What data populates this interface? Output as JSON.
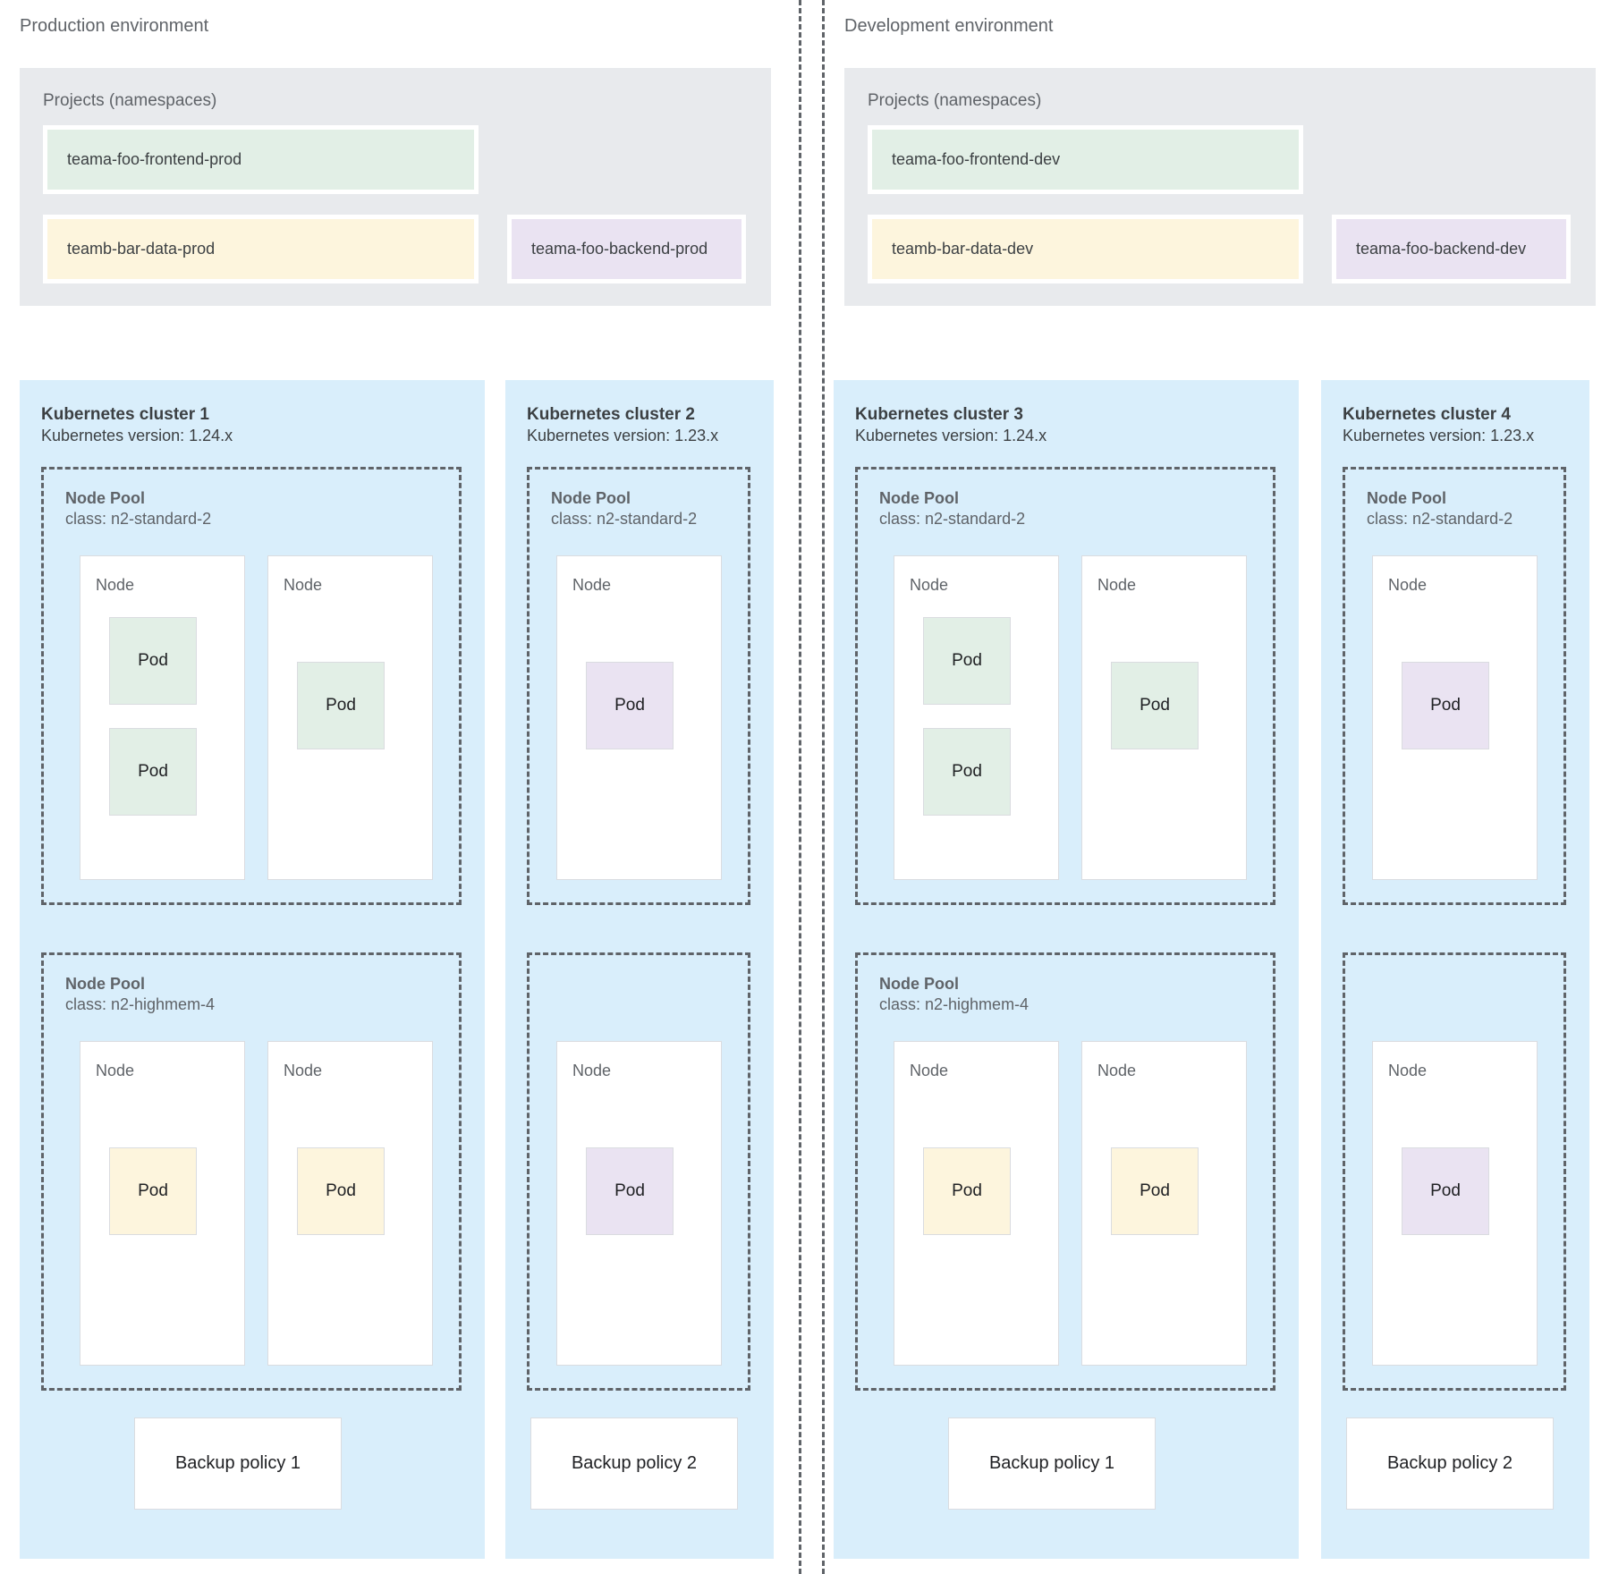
{
  "colors": {
    "green": "#e2efe6",
    "yellow": "#fdf5dd",
    "purple": "#eae3f2",
    "cluster_bg": "#d9eefb",
    "projects_bg": "#e8eaed",
    "border": "#dadce0",
    "dashed": "#5f6368"
  },
  "environments": [
    {
      "title": "Production environment",
      "projects": {
        "title": "Projects (namespaces)",
        "namespaces": [
          {
            "label": "teama-foo-frontend-prod",
            "color": "green"
          },
          {
            "label": "teamb-bar-data-prod",
            "color": "yellow"
          },
          {
            "label": "teama-foo-backend-prod",
            "color": "purple"
          }
        ]
      },
      "clusters": [
        {
          "title": "Kubernetes cluster 1",
          "version": "Kubernetes version: 1.24.x",
          "node_pools": [
            {
              "title": "Node Pool",
              "class": "class: n2-standard-2",
              "nodes": [
                {
                  "label": "Node",
                  "pods": [
                    {
                      "label": "Pod",
                      "color": "green",
                      "slot": "slot-a"
                    },
                    {
                      "label": "Pod",
                      "color": "green",
                      "slot": "slot-b"
                    }
                  ]
                },
                {
                  "label": "Node",
                  "pods": [
                    {
                      "label": "Pod",
                      "color": "green",
                      "slot": "slot-mid"
                    }
                  ]
                }
              ]
            },
            {
              "title": "Node Pool",
              "class": "class: n2-highmem-4",
              "nodes": [
                {
                  "label": "Node",
                  "pods": [
                    {
                      "label": "Pod",
                      "color": "yellow",
                      "slot": "slot-mid"
                    }
                  ]
                },
                {
                  "label": "Node",
                  "pods": [
                    {
                      "label": "Pod",
                      "color": "yellow",
                      "slot": "slot-mid"
                    }
                  ]
                }
              ]
            }
          ],
          "backup_policy": "Backup policy 1"
        },
        {
          "title": "Kubernetes cluster 2",
          "version": "Kubernetes version: 1.23.x",
          "node_pools": [
            {
              "title": "Node Pool",
              "class": "class: n2-standard-2",
              "nodes": [
                {
                  "label": "Node",
                  "pods": [
                    {
                      "label": "Pod",
                      "color": "purple",
                      "slot": "slot-mid"
                    }
                  ]
                }
              ]
            },
            {
              "title": "",
              "class": "",
              "nodes": [
                {
                  "label": "Node",
                  "pods": [
                    {
                      "label": "Pod",
                      "color": "purple",
                      "slot": "slot-mid"
                    }
                  ]
                }
              ]
            }
          ],
          "backup_policy": "Backup policy 2"
        }
      ]
    },
    {
      "title": "Development environment",
      "projects": {
        "title": "Projects (namespaces)",
        "namespaces": [
          {
            "label": "teama-foo-frontend-dev",
            "color": "green"
          },
          {
            "label": "teamb-bar-data-dev",
            "color": "yellow"
          },
          {
            "label": "teama-foo-backend-dev",
            "color": "purple"
          }
        ]
      },
      "clusters": [
        {
          "title": "Kubernetes cluster 3",
          "version": "Kubernetes version: 1.24.x",
          "node_pools": [
            {
              "title": "Node Pool",
              "class": "class: n2-standard-2",
              "nodes": [
                {
                  "label": "Node",
                  "pods": [
                    {
                      "label": "Pod",
                      "color": "green",
                      "slot": "slot-a"
                    },
                    {
                      "label": "Pod",
                      "color": "green",
                      "slot": "slot-b"
                    }
                  ]
                },
                {
                  "label": "Node",
                  "pods": [
                    {
                      "label": "Pod",
                      "color": "green",
                      "slot": "slot-mid"
                    }
                  ]
                }
              ]
            },
            {
              "title": "Node Pool",
              "class": "class: n2-highmem-4",
              "nodes": [
                {
                  "label": "Node",
                  "pods": [
                    {
                      "label": "Pod",
                      "color": "yellow",
                      "slot": "slot-mid"
                    }
                  ]
                },
                {
                  "label": "Node",
                  "pods": [
                    {
                      "label": "Pod",
                      "color": "yellow",
                      "slot": "slot-mid"
                    }
                  ]
                }
              ]
            }
          ],
          "backup_policy": "Backup policy 1"
        },
        {
          "title": "Kubernetes cluster 4",
          "version": "Kubernetes version: 1.23.x",
          "node_pools": [
            {
              "title": "Node Pool",
              "class": "class: n2-standard-2",
              "nodes": [
                {
                  "label": "Node",
                  "pods": [
                    {
                      "label": "Pod",
                      "color": "purple",
                      "slot": "slot-mid"
                    }
                  ]
                }
              ]
            },
            {
              "title": "",
              "class": "",
              "nodes": [
                {
                  "label": "Node",
                  "pods": [
                    {
                      "label": "Pod",
                      "color": "purple",
                      "slot": "slot-mid"
                    }
                  ]
                }
              ]
            }
          ],
          "backup_policy": "Backup policy 2"
        }
      ]
    }
  ]
}
